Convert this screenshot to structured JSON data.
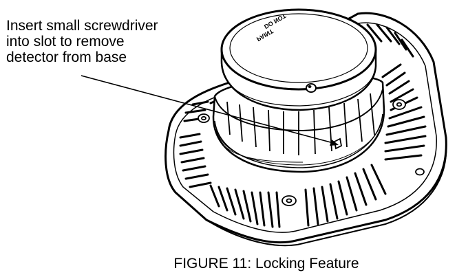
{
  "callout": {
    "lines": [
      "Insert small screwdriver",
      "into slot to remove",
      "detector from base"
    ]
  },
  "detector_label": {
    "line1": "DO NOT",
    "line2": "PAINT"
  },
  "caption": "FIGURE 11: Locking Feature"
}
